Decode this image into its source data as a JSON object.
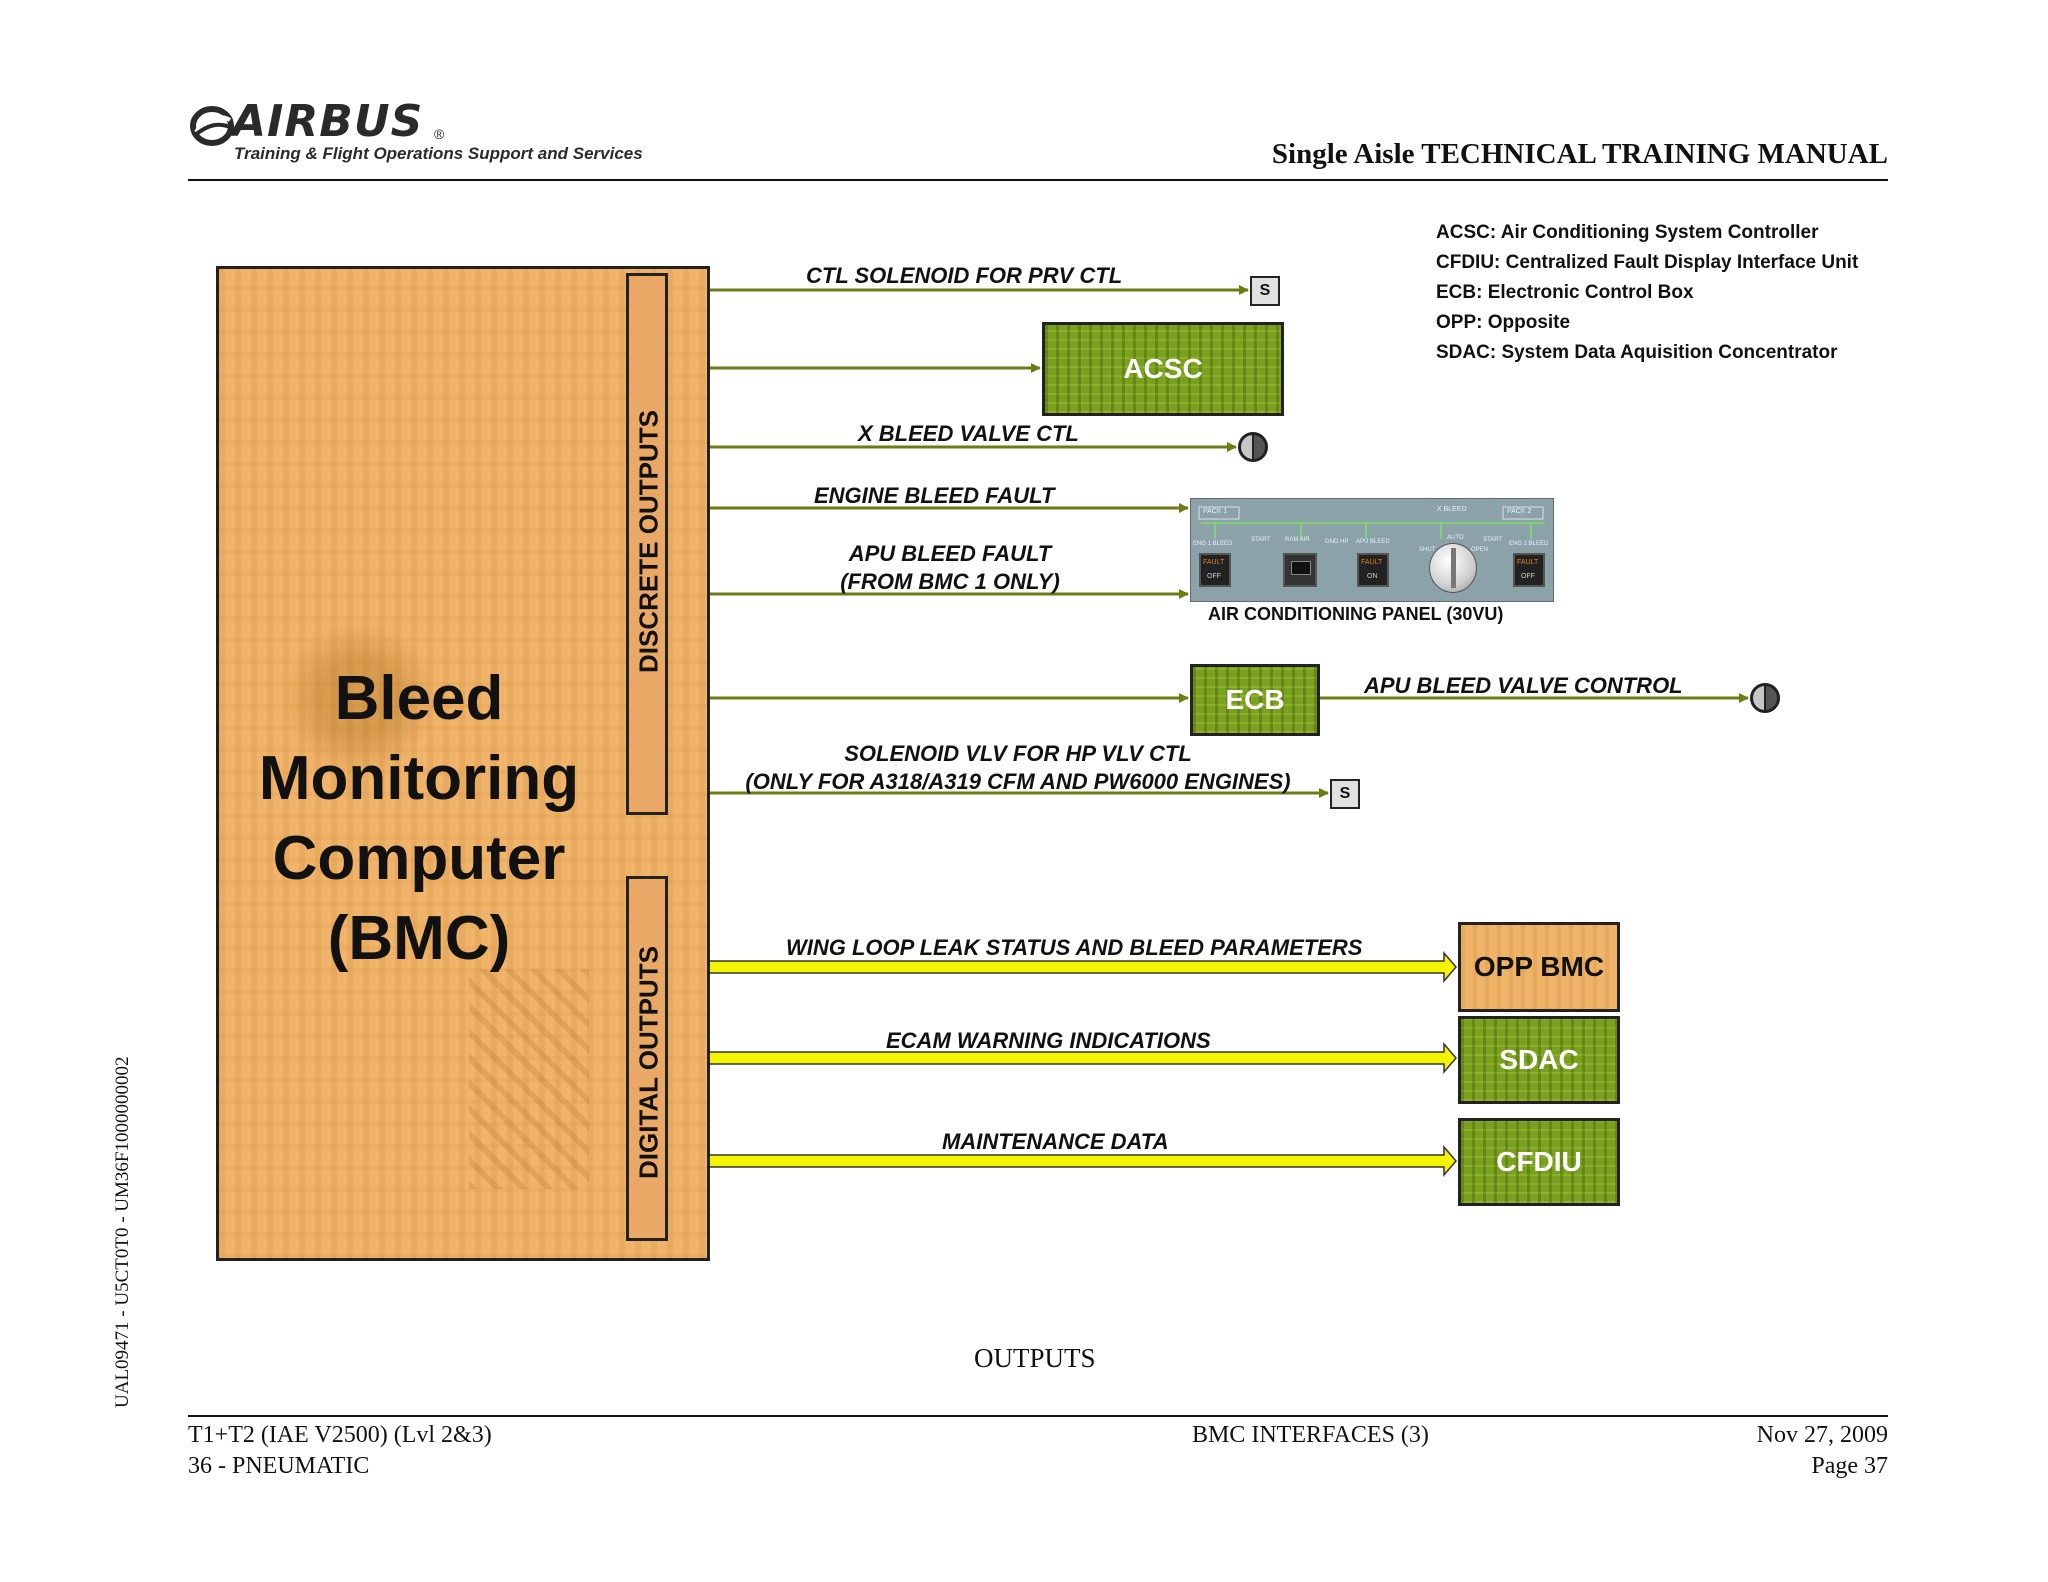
{
  "header": {
    "logo_text": "AIRBUS",
    "logo_mark": "®",
    "logo_subtitle": "Training & Flight Operations Support and Services",
    "manual_title": "Single Aisle TECHNICAL TRAINING MANUAL"
  },
  "legend": [
    "ACSC: Air Conditioning System Controller",
    "CFDIU: Centralized Fault Display Interface Unit",
    "ECB: Electronic Control Box",
    "OPP: Opposite",
    "SDAC: System Data Aquisition Concentrator"
  ],
  "bmc": {
    "title_lines": [
      "Bleed",
      "Monitoring",
      "Computer",
      "(BMC)"
    ],
    "discrete_label": "DISCRETE  OUTPUTS",
    "digital_label": "DIGITAL OUTPUTS"
  },
  "signals": {
    "ctl_solenoid": "CTL SOLENOID FOR PRV CTL",
    "x_bleed": "X BLEED VALVE CTL",
    "engine_bleed_fault": "ENGINE BLEED FAULT",
    "apu_bleed_fault_1": "APU BLEED FAULT",
    "apu_bleed_fault_2": "(FROM BMC 1 ONLY)",
    "apu_bleed_valve": "APU BLEED VALVE CONTROL",
    "solenoid_hp_1": "SOLENOID VLV FOR HP VLV CTL",
    "solenoid_hp_2": "(ONLY FOR A318/A319 CFM AND PW6000 ENGINES)",
    "wing_loop": "WING LOOP LEAK STATUS AND BLEED PARAMETERS",
    "ecam": "ECAM WARNING INDICATIONS",
    "maintenance": "MAINTENANCE DATA"
  },
  "boxes": {
    "acsc": "ACSC",
    "ecb": "ECB",
    "opp_bmc": "OPP BMC",
    "sdac": "SDAC",
    "cfdiu": "CFDIU"
  },
  "symbols": {
    "solenoid_letter": "S"
  },
  "panel": {
    "caption": "AIR CONDITIONING PANEL (30VU)",
    "labels": [
      "PACK 1",
      "X BLEED",
      "PACK 2",
      "ENG 1 BLEED",
      "START",
      "RAM AIR",
      "GND HP",
      "APU BLEED",
      "SHUT",
      "AUTO",
      "OPEN",
      "START",
      "ENG 2 BLEED"
    ],
    "pb_fault": "FAULT",
    "pb_off": "OFF",
    "pb_on": "ON"
  },
  "figure_caption": "OUTPUTS",
  "side_code": "UAL09471 - U5CT0T0 - UM36F1000000002",
  "footer": {
    "left_1": "T1+T2 (IAE V2500) (Lvl 2&3)",
    "left_2": "36 - PNEUMATIC",
    "center": "BMC INTERFACES (3)",
    "right_1": "Nov 27, 2009",
    "right_2": "Page 37"
  },
  "colors": {
    "discrete_line": "#6b7d12",
    "digital_line": "#f4f400",
    "green_box": "#7aa020",
    "bmc_box": "#efb36a",
    "panel": "#8aa2a8"
  }
}
